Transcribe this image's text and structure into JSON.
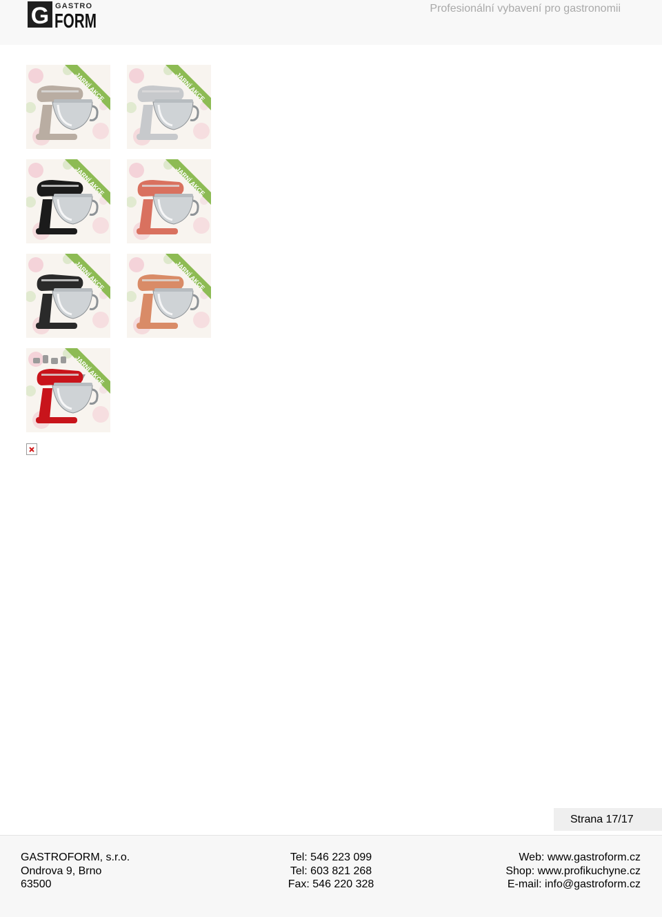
{
  "header": {
    "logo": {
      "top": "GASTRO",
      "bottom": "FORM",
      "mark": "G"
    },
    "tagline": "Profesionální vybavení pro gastronomii"
  },
  "products": [
    {
      "mixer_color": "#b9ada2",
      "badge": "JARNÍ AKCE"
    },
    {
      "mixer_color": "#c7c9cc",
      "badge": "JARNÍ AKCE"
    },
    {
      "mixer_color": "#1b1b1b",
      "badge": "JARNÍ AKCE"
    },
    {
      "mixer_color": "#d9715f",
      "badge": "JARNÍ AKCE"
    },
    {
      "mixer_color": "#2a2a2a",
      "badge": "JARNÍ AKCE"
    },
    {
      "mixer_color": "#d98b67",
      "badge": "JARNÍ AKCE"
    },
    {
      "mixer_color": "#c8141b",
      "badge": "JARNÍ AKCE"
    }
  ],
  "broken_image_icon": "broken-image-icon",
  "page_counter": "Strana 17/17",
  "footer": {
    "company": "GASTROFORM, s.r.o.",
    "street": "Ondrova 9, Brno",
    "zip": "63500",
    "tel1": "Tel: 546 223 099",
    "tel2": "Tel: 603 821 268",
    "fax": "Fax: 546 220 328",
    "web": "Web: www.gastroform.cz",
    "shop": "Shop: www.profikuchyne.cz",
    "email": "E-mail: info@gastroform.cz"
  },
  "colors": {
    "badge_green": "#8dbb54",
    "tagline": "#a9a9a9",
    "footer_bg": "#f7f7f7"
  }
}
